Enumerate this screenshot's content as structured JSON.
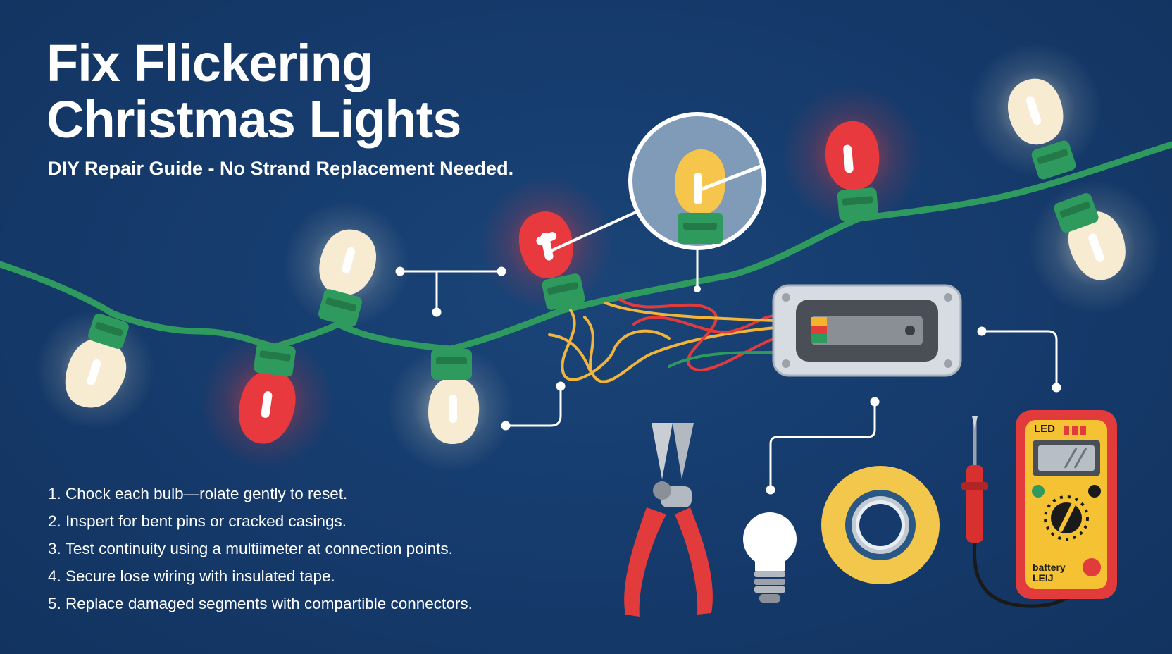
{
  "header": {
    "title_line1": "Fix Flickering",
    "title_line2": "Christmas Lights",
    "subtitle": "DIY Repair Guide - No Strand Replacement Needed."
  },
  "steps": [
    "1. Chock each bulb—rolate gently to reset.",
    "2. Inspert for bent pins or cracked casings.",
    "3. Test continuity using a multiimeter at connection points.",
    "4. Secure lose wiring with insulated tape.",
    "5. Replace damaged segments with compartible connectors."
  ],
  "multimeter": {
    "top_label": "LED",
    "bottom_label_line1": "battery",
    "bottom_label_line2": "LEIJ"
  },
  "colors": {
    "background": "#153a6b",
    "wire": "#2e9a5e",
    "bulb_warm": "#f7ecd2",
    "bulb_red": "#e83a3e",
    "bulb_yellow": "#f6c54b",
    "tape": "#f3c64c",
    "pliers_handle": "#e23b3b",
    "meter_body": "#f4c233"
  },
  "icons": [
    "light-string",
    "magnifier",
    "junction-box",
    "pliers",
    "light-bulb",
    "tape-roll",
    "multimeter"
  ]
}
